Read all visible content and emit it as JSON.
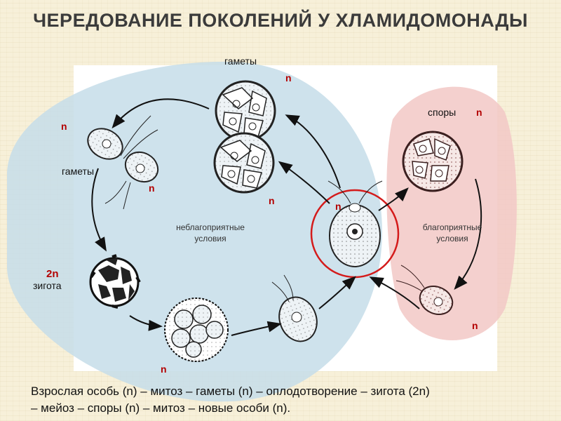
{
  "title": "ЧЕРЕДОВАНИЕ ПОКОЛЕНИЙ У ХЛАМИДОМОНАДЫ",
  "labels": {
    "gametes_top": "гаметы",
    "gametes_left": "гаметы",
    "spores": "споры",
    "zygote": "зигота",
    "zygote_ploidy": "2n",
    "haploid": "n"
  },
  "conditions": {
    "unfavorable": "неблагоприятные\nусловия",
    "favorable": "благоприятные\nусловия"
  },
  "caption": {
    "line1": "Взрослая особь (n) – митоз – гаметы (n) – оплодотворение – зигота (2n)",
    "line2": "– мейоз – споры (n) – митоз – новые особи (n)."
  },
  "colors": {
    "unfavorable_zone": "#c6dde9",
    "favorable_zone": "#f2c8c6",
    "highlight_circle": "#d41b1b",
    "ploidy_text": "#b30000"
  }
}
